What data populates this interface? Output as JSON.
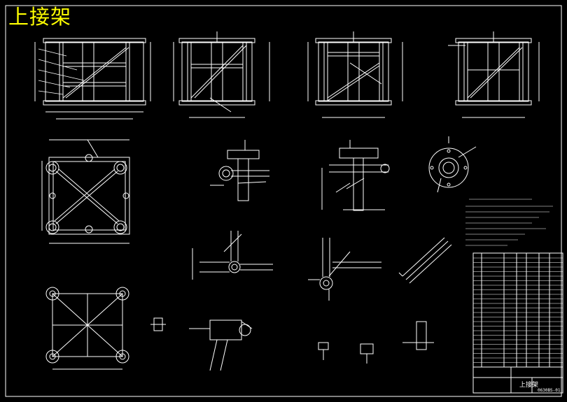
{
  "drawing": {
    "title": "上接架",
    "title_color": "#ffff00",
    "line_color": "#ffffff",
    "background": "#000000",
    "title_block": {
      "name": "上接架",
      "drawing_no": "0630BS-01"
    }
  }
}
